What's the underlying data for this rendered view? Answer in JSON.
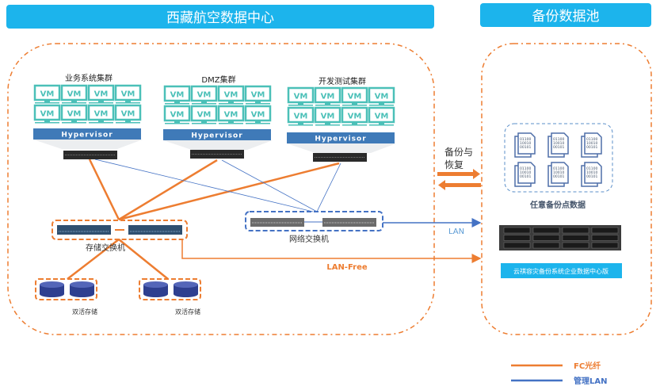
{
  "titles": {
    "datacenter": "西藏航空数据中心",
    "backup_pool": "备份数据池"
  },
  "clusters": [
    {
      "label": "业务系统集群",
      "hypervisor": "Hypervisor",
      "vm": "VM"
    },
    {
      "label": "DMZ集群",
      "hypervisor": "Hypervisor",
      "vm": "VM"
    },
    {
      "label": "开发测试集群",
      "hypervisor": "Hypervisor",
      "vm": "VM"
    }
  ],
  "storage_switch": "存储交换机",
  "network_switch": "网络交换机",
  "storage": [
    "双活存储",
    "双活存储"
  ],
  "links": {
    "backup_restore_1": "备份与",
    "backup_restore_2": "恢复",
    "lan": "LAN",
    "lan_free": "LAN-Free"
  },
  "backup": {
    "points_label": "任意备份点数据",
    "file_text": [
      "01100",
      "10010",
      "00101"
    ],
    "product": "云祺容灾备份系统企业数据中心版"
  },
  "legend": [
    {
      "label": "FC光纤",
      "color": "#ed7d31"
    },
    {
      "label": "管理LAN",
      "color": "#4472c4"
    }
  ],
  "colors": {
    "title_bg": "#1cb4ec",
    "orange": "#ed7d31",
    "blue": "#4472c4",
    "vm": "#4bc0b8",
    "hypervisor": "#3f7ab8"
  }
}
